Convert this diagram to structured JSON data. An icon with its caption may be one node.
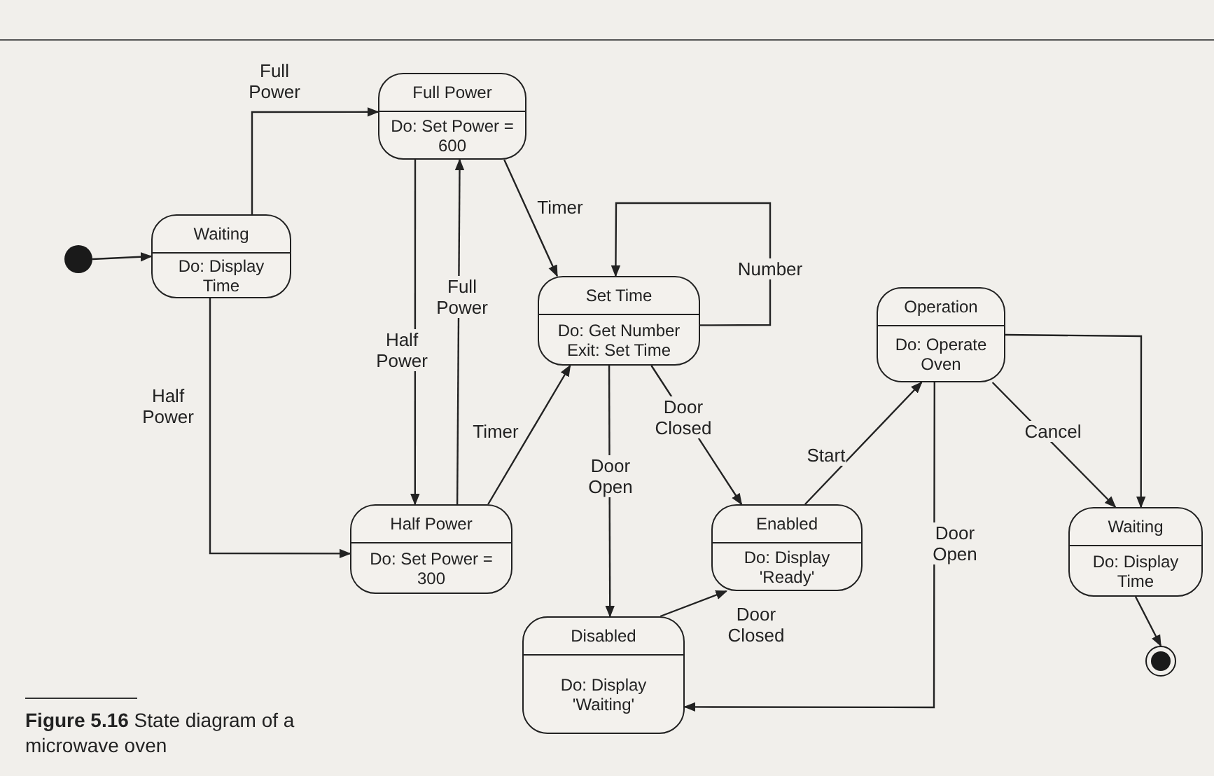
{
  "diagram": {
    "caption": "**Figure 5.16** State diagram of a microwave oven",
    "nodes": [
      {
        "text": [],
        "shape": "circle"
      },
      {
        "text": [
          "Waiting",
          "Do: Display Time"
        ]
      },
      {
        "text": [
          "Full Power",
          "Do: Set Power = 600"
        ]
      },
      {
        "text": [
          "Set Time",
          "Do: Get Number Exit: Set Time"
        ]
      },
      {
        "text": [
          "Half Power",
          "Do: Set Power = 300"
        ]
      },
      {
        "text": [
          "Enabled",
          "Do: Display 'Ready'"
        ]
      },
      {
        "text": [
          "Disabled",
          "Do: Display 'Waiting'"
        ]
      },
      {
        "text": [
          "Operation",
          "Do: Operate Oven"
        ]
      },
      {
        "text": [
          "Waiting",
          "Do: Display Time"
        ]
      },
      {
        "text": [],
        "shape": "bullseye"
      }
    ],
    "edges": [
      {
        "from": 0,
        "to": 1,
        "arrow": "to"
      },
      {
        "from": 1,
        "to": 2,
        "arrow": "to",
        "label": "Full Power"
      },
      {
        "from": 1,
        "to": 4,
        "arrow": "to",
        "label": "Half Power"
      },
      {
        "from": 2,
        "to": 3,
        "arrow": "to",
        "label": "Timer"
      },
      {
        "from": 2,
        "to": 4,
        "arrow": "to",
        "label": "Half Power"
      },
      {
        "from": 4,
        "to": 2,
        "arrow": "to",
        "label": "Full Power"
      },
      {
        "from": 4,
        "to": 3,
        "arrow": "to",
        "label": "Timer"
      },
      {
        "from": 3,
        "to": 3,
        "arrow": "to",
        "label": "Number"
      },
      {
        "from": 3,
        "to": 6,
        "arrow": "to",
        "label": "Door Open"
      },
      {
        "from": 3,
        "to": 5,
        "arrow": "to",
        "label": "Door Closed"
      },
      {
        "from": 6,
        "to": 5,
        "arrow": "to",
        "label": "Door Closed"
      },
      {
        "from": 5,
        "to": 7,
        "arrow": "to",
        "label": "Start"
      },
      {
        "from": 7,
        "to": 8,
        "arrow": "to",
        "label": "Cancel"
      },
      {
        "from": 7,
        "to": 8,
        "arrow": "to"
      },
      {
        "from": 7,
        "to": 6,
        "arrow": "to",
        "label": "Door Open"
      },
      {
        "from": 8,
        "to": 9,
        "arrow": "to"
      }
    ]
  }
}
